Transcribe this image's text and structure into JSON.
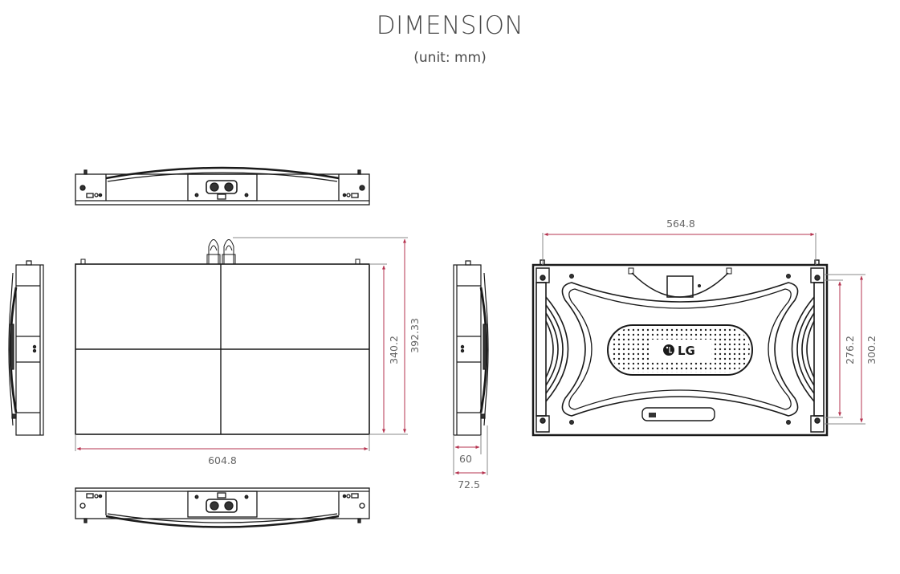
{
  "header": {
    "title": "DIMENSION",
    "subtitle": "(unit: mm)"
  },
  "colors": {
    "dimension_line": "#b5334f",
    "outline": "#1a1a1a",
    "extension_line": "#888888",
    "text": "#666666"
  },
  "views": {
    "top": {
      "label": "top-view"
    },
    "front": {
      "label": "front-view",
      "width_dimension": "604.8",
      "screen_height_dimension": "340.2",
      "total_height_dimension": "392.33"
    },
    "left_side": {
      "label": "left-side-view"
    },
    "right_side": {
      "label": "right-side-view",
      "depth_dimension": "60",
      "total_depth_dimension": "72.5"
    },
    "bottom": {
      "label": "bottom-view"
    },
    "rear": {
      "label": "rear-view",
      "logo_text": "LG",
      "mount_width_dimension": "564.8",
      "inner_height_dimension": "276.2",
      "outer_height_dimension": "300.2"
    }
  }
}
